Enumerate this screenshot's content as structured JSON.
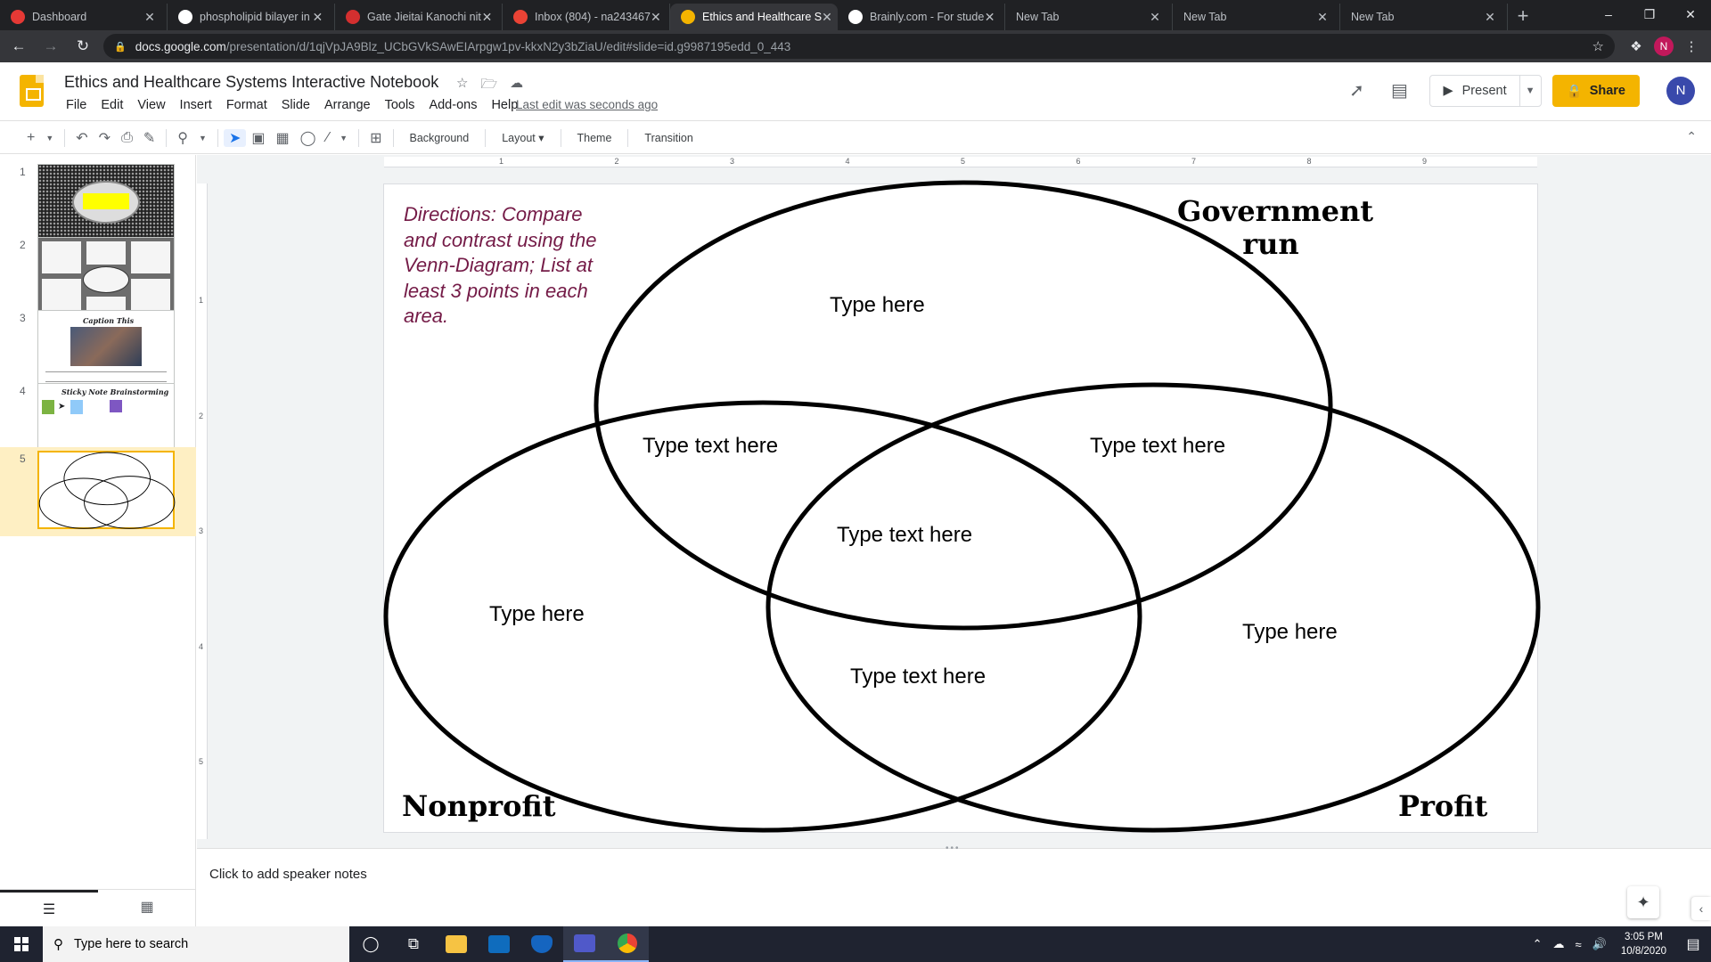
{
  "browser": {
    "tabs": [
      {
        "title": "Dashboard",
        "favicon_color": "#e53935",
        "active": false
      },
      {
        "title": "phospholipid bilayer in",
        "favicon_color": "#ffffff",
        "active": false
      },
      {
        "title": "Gate Jieitai Kanochi nit",
        "favicon_color": "#d32f2f",
        "active": false
      },
      {
        "title": "Inbox (804) - na243467",
        "favicon_color": "#ea4335",
        "active": false
      },
      {
        "title": "Ethics and Healthcare S",
        "favicon_color": "#f4b400",
        "active": true
      },
      {
        "title": "Brainly.com - For stude",
        "favicon_color": "#ffffff",
        "active": false
      },
      {
        "title": "New Tab",
        "favicon_color": "",
        "active": false
      },
      {
        "title": "New Tab",
        "favicon_color": "",
        "active": false
      },
      {
        "title": "New Tab",
        "favicon_color": "",
        "active": false
      }
    ],
    "url_host": "docs.google.com",
    "url_path": "/presentation/d/1qjVpJA9Blz_UCbGVkSAwEIArpgw1pv-kkxN2y3bZiaU/edit#slide=id.g9987195edd_0_443",
    "profile_initial": "N"
  },
  "docs": {
    "title": "Ethics and Healthcare Systems Interactive Notebook",
    "menu": [
      "File",
      "Edit",
      "View",
      "Insert",
      "Format",
      "Slide",
      "Arrange",
      "Tools",
      "Add-ons",
      "Help"
    ],
    "last_edit": "Last edit was seconds ago",
    "present_label": "Present",
    "share_label": "Share",
    "user_initial": "N",
    "accent_color": "#f4b400"
  },
  "toolbar": {
    "background": "Background",
    "layout": "Layout",
    "theme": "Theme",
    "transition": "Transition"
  },
  "filmstrip": {
    "slides": [
      {
        "number": "1"
      },
      {
        "number": "2"
      },
      {
        "number": "3"
      },
      {
        "number": "4"
      },
      {
        "number": "5",
        "selected": true
      }
    ],
    "thumb4_title": "Sticky Note Brainstorming",
    "thumb3_title": "Caption This"
  },
  "rulers": {
    "top": [
      "1",
      "2",
      "3",
      "4",
      "5",
      "6",
      "7",
      "8",
      "9"
    ],
    "left": [
      "1",
      "2",
      "3",
      "4",
      "5"
    ]
  },
  "slide": {
    "directions": "Directions: Compare and contrast using the Venn-Diagram; List at least 3 points in each area.",
    "label_top": "Government run",
    "label_left": "Nonprofit",
    "label_right": "Profit",
    "region_top": "Type here",
    "region_left": "Type here",
    "region_right": "Type here",
    "overlap_top_left": "Type text here",
    "overlap_top_right": "Type text here",
    "overlap_center": "Type text here",
    "overlap_bottom": "Type text here"
  },
  "notes": {
    "placeholder": "Click to add speaker notes"
  },
  "taskbar": {
    "search_placeholder": "Type here to search",
    "time": "3:05 PM",
    "date": "10/8/2020"
  }
}
